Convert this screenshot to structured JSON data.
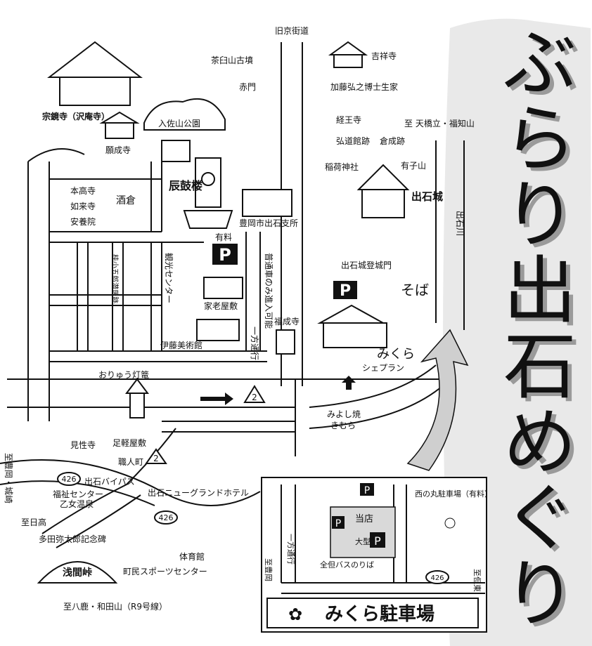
{
  "title": "ぶらり出石めぐり",
  "title_chars": [
    "ぶ",
    "ら",
    "り",
    "出",
    "石",
    "め",
    "ぐ",
    "り"
  ],
  "labels": {
    "old_kyo_kaido": "旧京街道",
    "chausuyama": "茶臼山古墳",
    "kisshoji": "吉祥寺",
    "akamon": "赤門",
    "kato_hiroyuki": "加藤弘之博士生家",
    "kyoouji": "経王寺",
    "sokyoji": "宗鏡寺（沢庵寺）",
    "sasayama_koen": "入佐山公園",
    "ganjoji": "願成寺",
    "to_amahashidate": "至 天橋立・福知山",
    "kodokan_ato": "弘道館跡",
    "kurajo_ato": "倉成跡",
    "inari_jinja": "稲荷神社",
    "arikoyama": "有子山",
    "shinkoro": "辰鼓楼",
    "izushi_castle": "出石城",
    "honkoji": "本高寺",
    "nyoraiji": "如来寺",
    "anyoin": "安養院",
    "sakagura": "酒倉",
    "shisho": "豊岡市出石支所",
    "izushi_river": "出石川",
    "yuryo": "有料",
    "kanko_center": "観光センター",
    "sakura_gate": "出石城登城門",
    "futsu_sha": "普通車のみ進入可能",
    "sakuma_ato": "桂小五郎潜居跡",
    "karo_yashiki": "家老屋敷",
    "soba": "そば",
    "fukujoji": "福成寺",
    "ippo_tsuko": "一方通行",
    "itoh_museum": "伊藤美術館",
    "mikura": "みくら",
    "chef_plan": "シェプラン",
    "orimono": "おりゅう灯篭",
    "miyoshiyaki": "みよし焼",
    "kimura": "きむら",
    "route2": "2",
    "kenshoji": "見性寺",
    "ashigaru": "足軽屋敷",
    "shokunin": "職人町",
    "to_toyooka": "至豊岡・城崎",
    "to_hidaka": "至日高",
    "route426": "426",
    "izushi_bypass": "出石バイパス",
    "fukushi_center": "福祉センター",
    "otome_onsen": "乙女温泉",
    "izushi_hotel": "出石ニューグランドホテル",
    "tada_kinenhi": "多田弥太郎記念碑",
    "taiikukan": "体育館",
    "sports_center": "町民スポーツセンター",
    "asama_toge": "浅間峠",
    "to_yoka": "至八鹿・和田山（R9号線）"
  },
  "inset": {
    "title": "みくら駐車場",
    "nishi_parking": "西の丸駐車場（有料）",
    "toten": "当店",
    "ogata": "大型",
    "ippo_tsuko": "一方通行",
    "bus_stop": "全但バスのりば",
    "to_toyooka": "至豊岡",
    "to_tajima": "至但東",
    "route426": "426"
  },
  "colors": {
    "ink": "#111111",
    "gray": "#9a9a9a",
    "light": "#e6e6e6"
  }
}
